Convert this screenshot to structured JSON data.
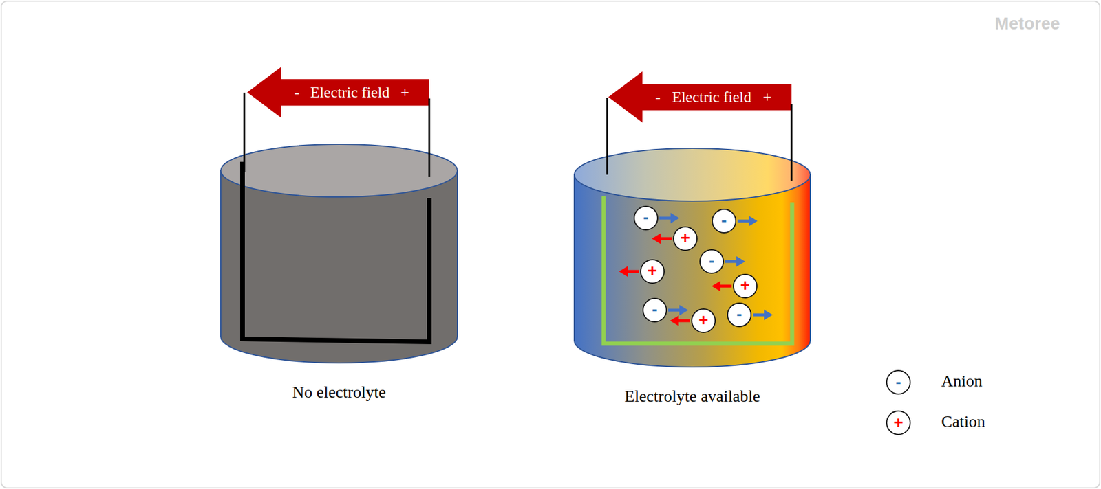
{
  "diagram": {
    "nodes": [
      {
        "text": [
          "-",
          "Electric field",
          "+"
        ]
      },
      {
        "text": [
          "No electrolyte"
        ]
      },
      {
        "text": [
          "-",
          "Electric field",
          "+"
        ]
      },
      {
        "text": [
          "Electrolyte available"
        ]
      },
      {
        "text": [
          "-"
        ],
        "in": 3
      },
      {
        "text": [
          "+"
        ],
        "in": 3
      },
      {
        "text": [
          "-"
        ],
        "in": 3
      },
      {
        "text": [
          "+"
        ],
        "in": 3
      },
      {
        "text": [
          "-"
        ],
        "in": 3
      },
      {
        "text": [
          "+"
        ],
        "in": 3
      },
      {
        "text": [
          "-"
        ],
        "in": 3
      },
      {
        "text": [
          "+"
        ],
        "in": 3
      },
      {
        "text": [
          "-"
        ],
        "in": 3
      }
    ],
    "labels": [
      "Metoree",
      "-",
      "+"
    ],
    "legend": [
      {
        "text": "Anion"
      },
      {
        "text": "Cation"
      }
    ]
  }
}
